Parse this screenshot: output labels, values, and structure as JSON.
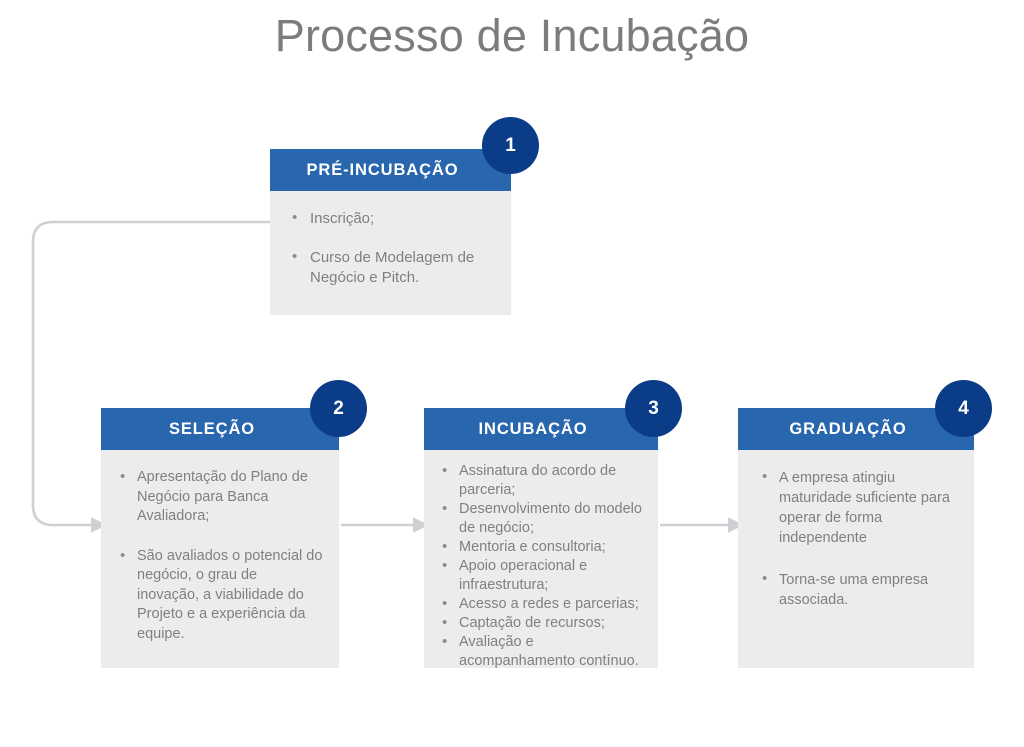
{
  "title": "Processo de Incubação",
  "colors": {
    "header_blue": "#2866ae",
    "badge_navy": "#0a3c87",
    "card_body_gray": "#ececec",
    "title_gray": "#7c7c7c",
    "body_text_gray": "#808080",
    "connector_gray": "#cfd0d3",
    "background": "#ffffff"
  },
  "steps": [
    {
      "number": "1",
      "header": "PRÉ-INCUBAÇÃO",
      "bullets": [
        "Inscrição;",
        "Curso de Modelagem de Negócio e Pitch."
      ]
    },
    {
      "number": "2",
      "header": "SELEÇÃO",
      "bullets": [
        "Apresentação do Plano de Negócio para Banca Avaliadora;",
        "São avaliados o potencial do negócio, o grau de inovação, a viabilidade do Projeto e a experiência da equipe."
      ]
    },
    {
      "number": "3",
      "header": "INCUBAÇÃO",
      "bullets": [
        "Assinatura do acordo de parceria;",
        "Desenvolvimento do modelo de negócio;",
        "Mentoria e consultoria;",
        "Apoio operacional e infraestrutura;",
        "Acesso a redes e parcerias;",
        "Captação de recursos;",
        "Avaliação e acompanhamento contínuo."
      ]
    },
    {
      "number": "4",
      "header": "GRADUAÇÃO",
      "bullets": [
        "A empresa atingiu maturidade suficiente para operar de forma independente",
        "Torna-se uma empresa associada."
      ]
    }
  ],
  "connectors": [
    {
      "name": "elbow-step1-to-step2",
      "from": "PRÉ-INCUBAÇÃO",
      "to": "SELEÇÃO"
    },
    {
      "name": "arrow-step2-to-step3",
      "from": "SELEÇÃO",
      "to": "INCUBAÇÃO"
    },
    {
      "name": "arrow-step3-to-step4",
      "from": "INCUBAÇÃO",
      "to": "GRADUAÇÃO"
    }
  ]
}
